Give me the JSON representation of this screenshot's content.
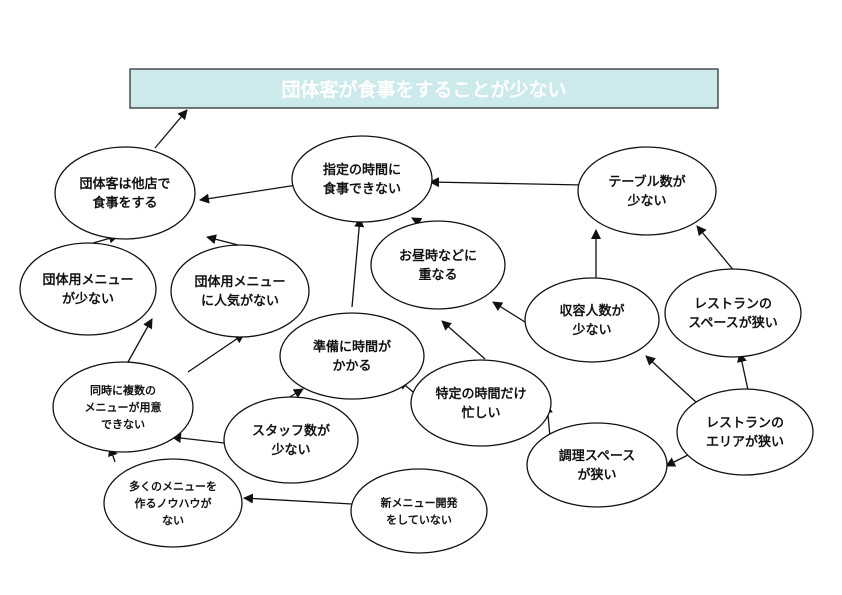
{
  "title": "団体客が食事をすることが少ない",
  "colors": {
    "title_fill": "#cce9ec",
    "title_text": "#ffffff",
    "stroke": "#111111"
  },
  "nodes": {
    "n_take_elsewhere": [
      "団体客は他店で",
      "食事をする"
    ],
    "n_no_set_time": [
      "指定の時間に",
      "食事できない"
    ],
    "n_few_tables": [
      "テーブル数が",
      "少ない"
    ],
    "n_lunch_overlap": [
      "お昼時などに",
      "重なる"
    ],
    "n_menu_few": [
      "団体用メニュー",
      "が少ない"
    ],
    "n_menu_unpopular": [
      "団体用メニュー",
      "に人気がない"
    ],
    "n_low_capacity": [
      "収容人数が",
      "少ない"
    ],
    "n_small_space": [
      "レストランの",
      "スペースが狭い"
    ],
    "n_prep_time": [
      "準備に時間が",
      "かかる"
    ],
    "n_multi_menu": [
      "同時に複数の",
      "メニューが用意",
      "できない"
    ],
    "n_peak_busy": [
      "特定の時間だけ",
      "忙しい"
    ],
    "n_few_staff": [
      "スタッフ数が",
      "少ない"
    ],
    "n_small_area": [
      "レストランの",
      "エリアが狭い"
    ],
    "n_small_kitchen": [
      "調理スペース",
      "が狭い"
    ],
    "n_no_knowhow": [
      "多くのメニューを",
      "作るノウハウが",
      "ない"
    ],
    "n_no_dev": [
      "新メニュー開発",
      "をしていない"
    ]
  }
}
